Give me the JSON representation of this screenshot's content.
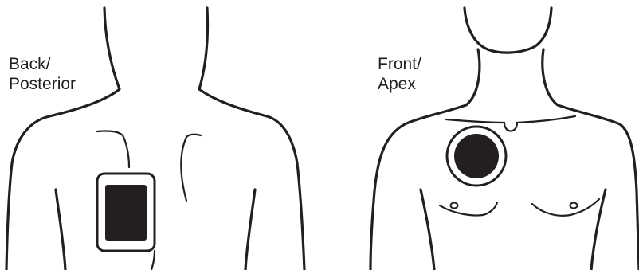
{
  "back_view": {
    "label_line1": "Back/",
    "label_line2": "Posterior"
  },
  "front_view": {
    "label_line1": "Front/",
    "label_line2": "Apex"
  },
  "colors": {
    "outline": "#231f20",
    "pad_fill": "#231f20",
    "background": "#ffffff"
  }
}
